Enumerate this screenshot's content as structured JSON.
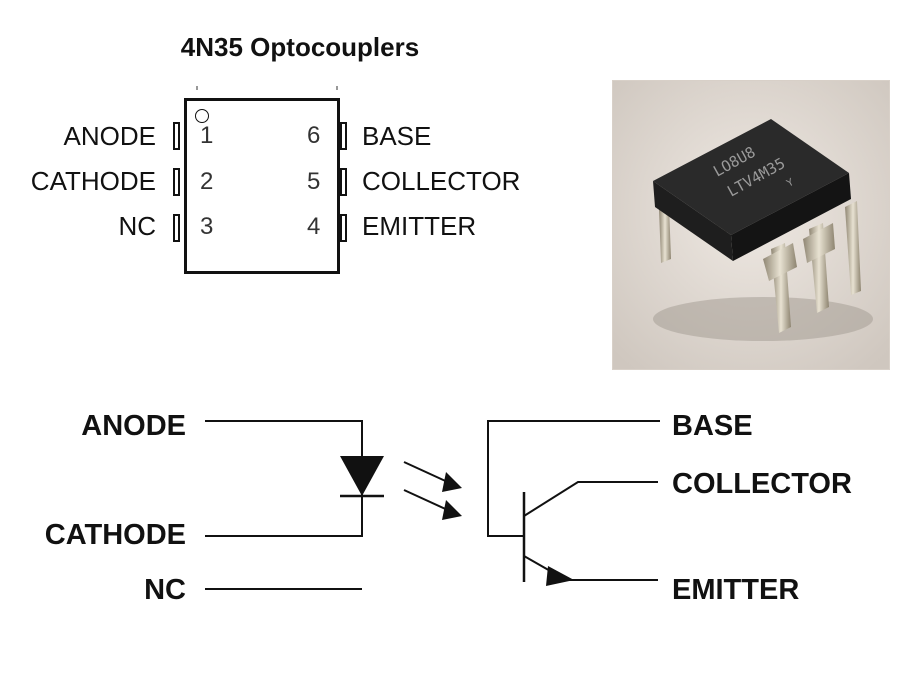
{
  "title": "4N35 Optocouplers",
  "package_pins": {
    "left": [
      {
        "name": "ANODE",
        "number": "1"
      },
      {
        "name": "CATHODE",
        "number": "2"
      },
      {
        "name": "NC",
        "number": "3"
      }
    ],
    "right": [
      {
        "name": "BASE",
        "number": "6"
      },
      {
        "name": "COLLECTOR",
        "number": "5"
      },
      {
        "name": "EMITTER",
        "number": "4"
      }
    ]
  },
  "photo": {
    "chip_marking_line1": "LO8U8",
    "chip_marking_line2": "LTV4M35",
    "chip_marking_line3": "Y"
  },
  "schematic": {
    "anode": "ANODE",
    "cathode": "CATHODE",
    "nc": "NC",
    "base": "BASE",
    "collector": "COLLECTOR",
    "emitter": "EMITTER"
  },
  "colors": {
    "line": "#111111",
    "photo_background": "#ded7d1",
    "chip_body": "#1a1a1a",
    "chip_leg": "#c9c1ad"
  }
}
